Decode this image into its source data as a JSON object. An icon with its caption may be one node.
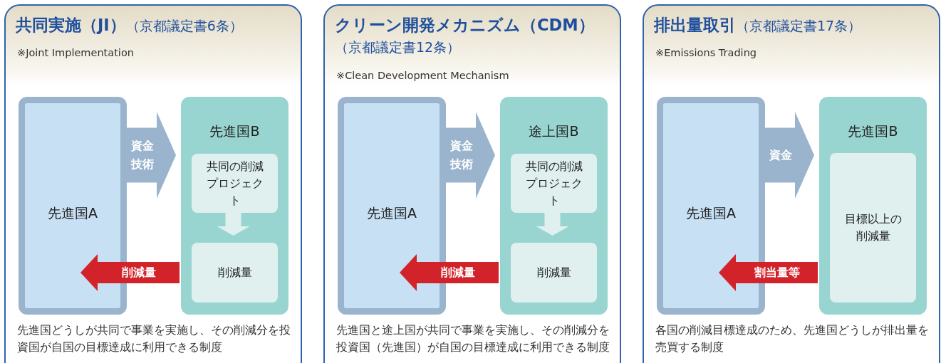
{
  "diagram": {
    "nodes": [
      {
        "text": [
          "**共同実施（JI）**（京都議定書6条）",
          "※Joint Implementation",
          "先進国どうしが共同で事業を実施し、その削減分を投資国が自国の目標達成に利用できる制度"
        ]
      },
      {
        "text": [
          "先進国A"
        ],
        "in": 0
      },
      {
        "text": [
          "先進国B"
        ],
        "in": 0
      },
      {
        "text": [
          "共同の削減プロジェクト"
        ],
        "in": 2
      },
      {
        "text": [
          "削減量"
        ],
        "in": 2
      },
      {
        "text": [
          "**クリーン開発メカニズム（CDM）**（京都議定書12条）",
          "※Clean Development Mechanism",
          "先進国と途上国が共同で事業を実施し、その削減分を投資国（先進国）が自国の目標達成に利用できる制度"
        ]
      },
      {
        "text": [
          "先進国A"
        ],
        "in": 5
      },
      {
        "text": [
          "途上国B"
        ],
        "in": 5
      },
      {
        "text": [
          "共同の削減プロジェクト"
        ],
        "in": 7
      },
      {
        "text": [
          "削減量"
        ],
        "in": 7
      },
      {
        "text": [
          "**排出量取引**（京都議定書17条）",
          "※Emissions Trading",
          "各国の削減目標達成のため、先進国どうしが排出量を売買する制度"
        ]
      },
      {
        "text": [
          "先進国A"
        ],
        "in": 10
      },
      {
        "text": [
          "先進国B"
        ],
        "in": 10
      },
      {
        "text": [
          "目標以上の削減量"
        ],
        "in": 12
      }
    ],
    "edges": [
      {
        "from": 1,
        "to": 2,
        "arrow": "to",
        "label": "資金技術",
        "color": "#9ab4ce",
        "style": "thick"
      },
      {
        "from": 3,
        "to": 4,
        "arrow": "to",
        "color": "#dff0ef"
      },
      {
        "from": 2,
        "to": 1,
        "arrow": "to",
        "label": "削減量",
        "color": "#d2232a"
      },
      {
        "from": 6,
        "to": 7,
        "arrow": "to",
        "label": "資金技術",
        "color": "#9ab4ce",
        "style": "thick"
      },
      {
        "from": 8,
        "to": 9,
        "arrow": "to",
        "color": "#dff0ef"
      },
      {
        "from": 7,
        "to": 6,
        "arrow": "to",
        "label": "削減量",
        "color": "#d2232a"
      },
      {
        "from": 11,
        "to": 12,
        "arrow": "to",
        "label": "資金",
        "color": "#9ab4ce",
        "style": "thick"
      },
      {
        "from": 12,
        "to": 11,
        "arrow": "to",
        "label": "割当量等",
        "color": "#d2232a"
      }
    ]
  }
}
